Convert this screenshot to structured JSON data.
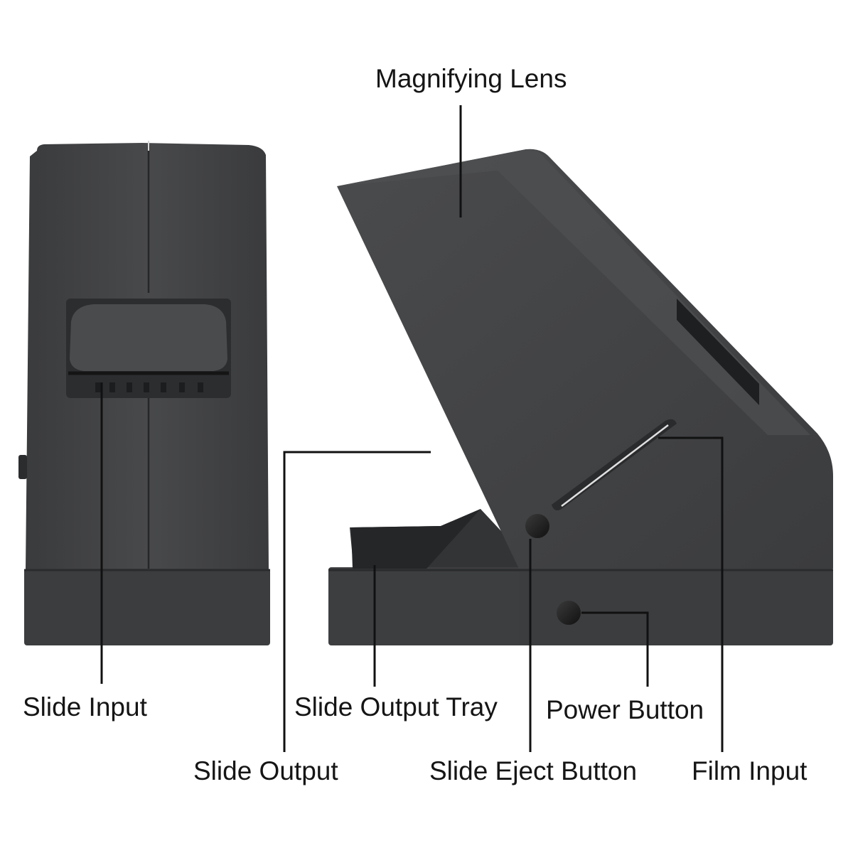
{
  "labels": {
    "magnifying_lens": "Magnifying Lens",
    "slide_input": "Slide Input",
    "slide_output_tray": "Slide Output Tray",
    "power_button": "Power Button",
    "slide_output": "Slide Output",
    "slide_eject_button": "Slide Eject Button",
    "film_input": "Film Input"
  },
  "colors": {
    "body": "#3f4042",
    "body_dark": "#2a2b2d",
    "body_light": "#505153",
    "line": "#111111",
    "background": "#ffffff"
  }
}
